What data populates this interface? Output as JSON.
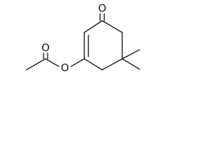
{
  "molecule": {
    "atoms": {
      "ketone_oxygen": "O",
      "carbonyl_oxygen": "O",
      "ester_oxygen": "O"
    },
    "colors": {
      "ink": "#1a1a1a",
      "background": "#ffffff"
    }
  }
}
